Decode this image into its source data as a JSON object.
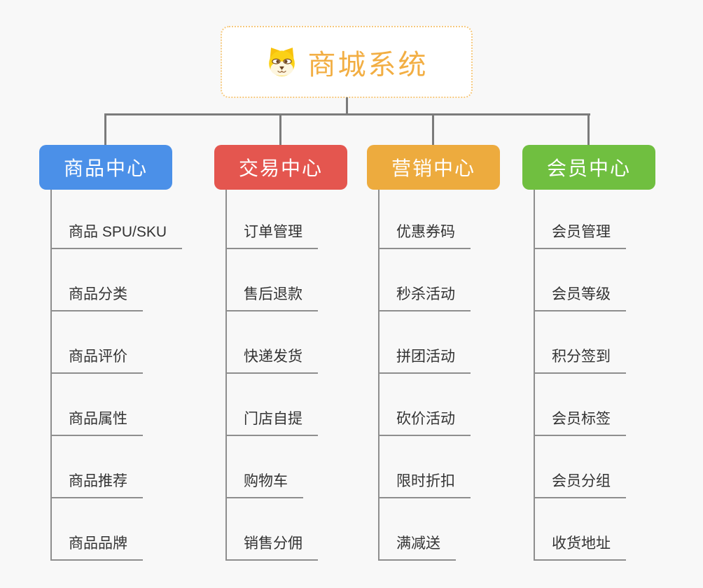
{
  "root": {
    "title": "商城系统",
    "icon": "dog-face-icon"
  },
  "branches": [
    {
      "label": "商品中心",
      "color": "#4B90E8",
      "children": [
        "商品 SPU/SKU",
        "商品分类",
        "商品评价",
        "商品属性",
        "商品推荐",
        "商品品牌"
      ]
    },
    {
      "label": "交易中心",
      "color": "#E4564F",
      "children": [
        "订单管理",
        "售后退款",
        "快递发货",
        "门店自提",
        "购物车",
        "销售分佣"
      ]
    },
    {
      "label": "营销中心",
      "color": "#EDAB3E",
      "children": [
        "优惠券码",
        "秒杀活动",
        "拼团活动",
        "砍价活动",
        "限时折扣",
        "满减送"
      ]
    },
    {
      "label": "会员中心",
      "color": "#70BF40",
      "children": [
        "会员管理",
        "会员等级",
        "积分签到",
        "会员标签",
        "会员分组",
        "收货地址"
      ]
    }
  ],
  "colors": {
    "background": "#F8F8F8",
    "root_title": "#F2AE43",
    "root_border": "#F6C97E",
    "connector": "#7B7B7B",
    "leaf_line": "#8E8E8E",
    "leaf_text": "#333333"
  }
}
